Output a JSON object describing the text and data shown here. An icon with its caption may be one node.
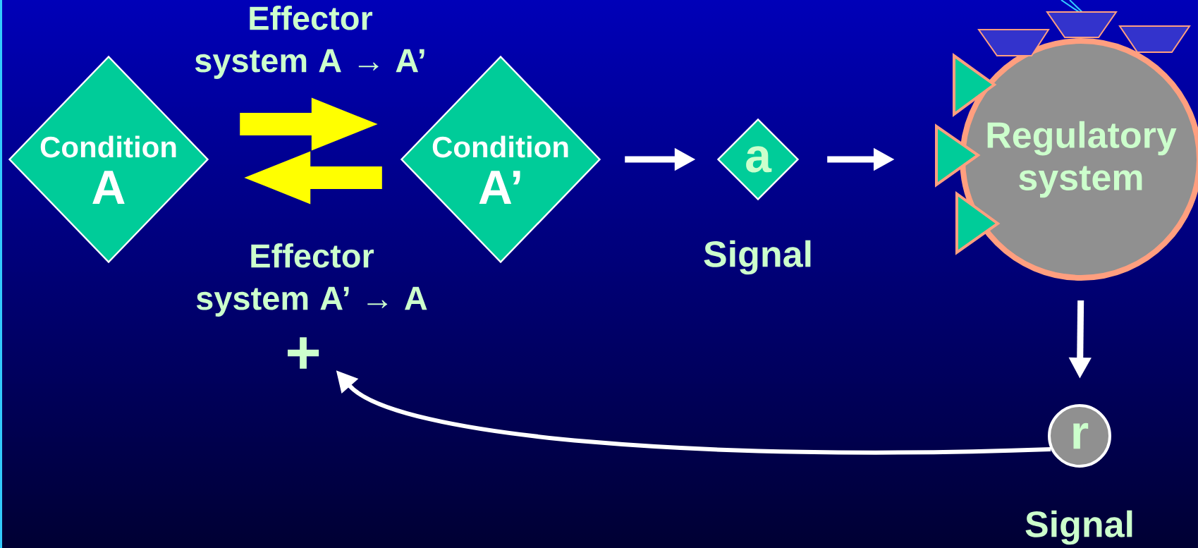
{
  "diagram": {
    "nodes": [
      {
        "text": [
          "Condition",
          "A"
        ]
      },
      {
        "text": [
          "Condition",
          "A’"
        ]
      },
      {
        "text": [
          "a"
        ],
        "beside": [
          "Signal"
        ]
      },
      {
        "text": [
          "Regulatory system"
        ]
      },
      {
        "text": [
          "r"
        ],
        "beside": [
          "Signal"
        ]
      },
      {
        "text": [
          "+"
        ]
      }
    ],
    "edges": [
      {
        "from": 0,
        "to": 1,
        "arrow": "to",
        "style": "thick",
        "color": "#ffff00",
        "label": "Effector system A → A’"
      },
      {
        "from": 1,
        "to": 0,
        "arrow": "to",
        "style": "thick",
        "color": "#ffff00",
        "label": "Effector system A’ → A"
      },
      {
        "from": 1,
        "to": 2,
        "arrow": "to"
      },
      {
        "from": 2,
        "to": 3,
        "arrow": "to"
      },
      {
        "from": 3,
        "to": 4,
        "arrow": "to"
      },
      {
        "from": 4,
        "to": 5,
        "arrow": "to"
      }
    ]
  }
}
